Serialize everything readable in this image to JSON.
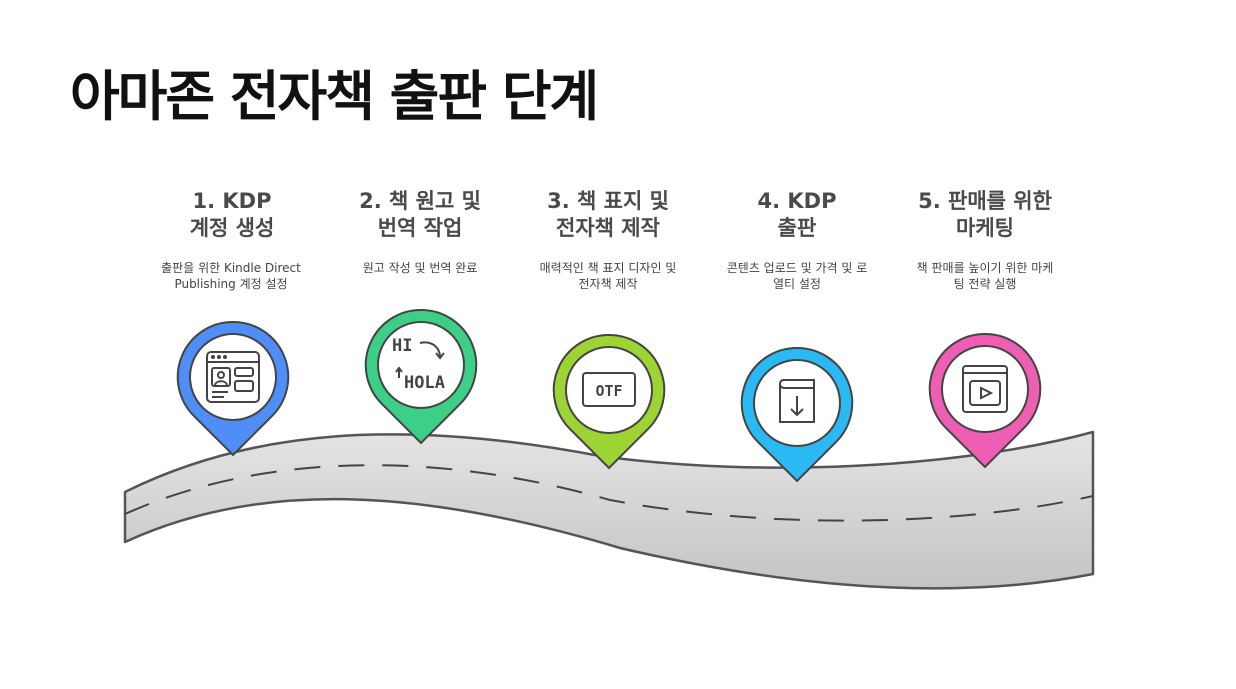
{
  "title": "아마존 전자책 출판 단계",
  "steps": [
    {
      "heading_line1": "1. KDP",
      "heading_line2": "계정 생성",
      "description_line1": "출판을 위한 Kindle Direct",
      "description_line2": "Publishing 계정 설정",
      "icon": "webpage-icon",
      "color": "#4f8ef7"
    },
    {
      "heading_line1": "2. 책 원고 및",
      "heading_line2": "번역 작업",
      "description_line1": "원고 작성 및 번역 완료",
      "description_line2": "",
      "icon": "translate-icon",
      "color": "#3ecf86",
      "icon_text_1": "HI",
      "icon_text_2": "HOLA"
    },
    {
      "heading_line1": "3. 책 표지 및",
      "heading_line2": "전자책 제작",
      "description_line1": "매력적인 책 표지 디자인 및",
      "description_line2": "전자책 제작",
      "icon": "otf-file-icon",
      "color": "#9ed334",
      "icon_text_1": "OTF"
    },
    {
      "heading_line1": "4. KDP",
      "heading_line2": "출판",
      "description_line1": "콘텐츠 업로드 및 가격 및 로",
      "description_line2": "열티 설정",
      "icon": "book-download-icon",
      "color": "#2ab9f2"
    },
    {
      "heading_line1": "5. 판매를 위한",
      "heading_line2": "마케팅",
      "description_line1": "책 판매를 높이기 위한 마케",
      "description_line2": "팅 전략 실행",
      "icon": "video-book-icon",
      "color": "#ee5fb4"
    }
  ]
}
